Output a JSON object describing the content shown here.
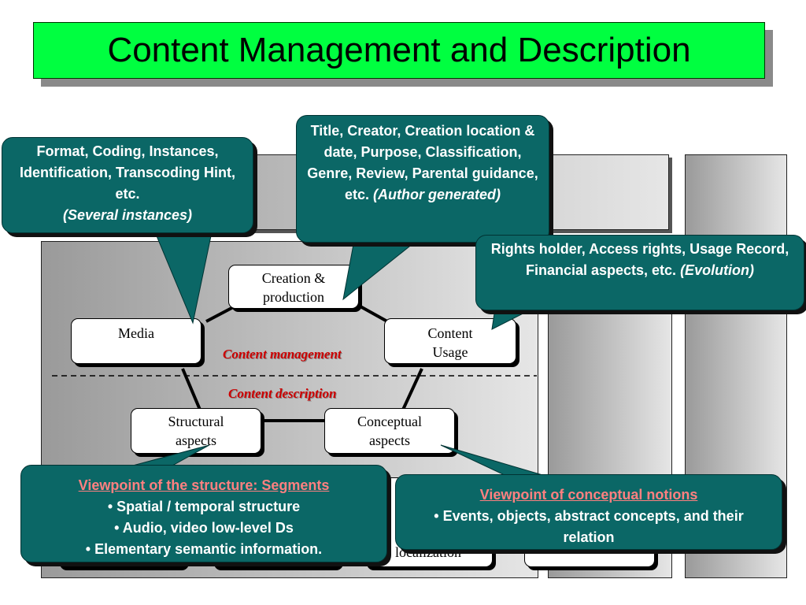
{
  "title": "Content Management and Description",
  "diagram": {
    "nodes": {
      "creation": "Creation &\nproduction",
      "media": "Media",
      "usage": "Content\nUsage",
      "structural": "Structural\naspects",
      "conceptual": "Conceptual\naspects",
      "lower_hidden": "localization"
    },
    "labels": {
      "management": "Content management",
      "description": "Content description"
    }
  },
  "callouts": {
    "format": {
      "line1": "Format, Coding, Instances, Identification, Transcoding Hint, etc.",
      "line2": "(Several instances)"
    },
    "title_info": {
      "line1": "Title, Creator, Creation location  & date, Purpose, Classification, Genre, Review, Parental guidance, etc.",
      "line2": "(Author generated)"
    },
    "rights": {
      "line1": "Rights holder, Access rights, Usage Record, Financial aspects, etc.",
      "line2": "(Evolution)"
    },
    "structure": {
      "heading": "Viewpoint of the structure: Segments",
      "items": [
        "• Spatial / temporal structure",
        "• Audio, video low-level Ds",
        "• Elementary semantic information."
      ]
    },
    "conceptual": {
      "heading": "Viewpoint of conceptual notions",
      "items": [
        "• Events, objects, abstract concepts, and their relation"
      ]
    }
  },
  "colors": {
    "banner": "#00ff40",
    "callout": "#0b6766",
    "label_red": "#cc0000",
    "heading_pink": "#ff8080"
  }
}
